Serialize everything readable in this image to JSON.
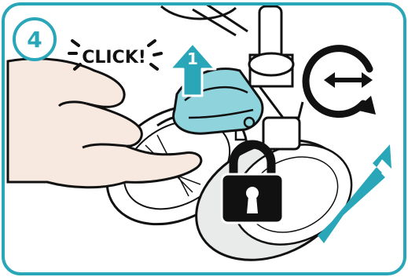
{
  "step": {
    "number": "4"
  },
  "callouts": {
    "click_text": "CLICK!",
    "arrow_number": "1"
  },
  "icons": {
    "lock": "padlock-icon",
    "swivel": "swivel-rotate-icon",
    "direction": "diagonal-arrow-icon"
  },
  "colors": {
    "frame": "#29a7b8",
    "accent": "#29a7b8",
    "part": "#8fd3dc",
    "lock": "#111111",
    "skin": "#f7e9df"
  }
}
